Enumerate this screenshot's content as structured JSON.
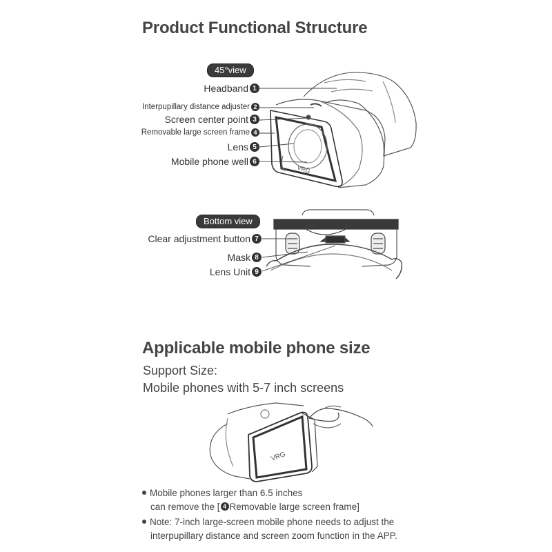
{
  "structure": {
    "title": "Product Functional Structure",
    "view45_label": "45°view",
    "bottom_label": "Bottom view",
    "parts": [
      {
        "label": "Headband",
        "num": "1"
      },
      {
        "label": "Interpupillary distance adjuster",
        "num": "2"
      },
      {
        "label": "Screen center point",
        "num": "3"
      },
      {
        "label": "Removable large screen frame",
        "num": "4"
      },
      {
        "label": "Lens",
        "num": "5"
      },
      {
        "label": "Mobile phone well",
        "num": "6"
      },
      {
        "label": "Clear adjustment button",
        "num": "7"
      },
      {
        "label": "Mask",
        "num": "8"
      },
      {
        "label": "Lens Unit",
        "num": "9"
      }
    ],
    "brand_mark": "VRG"
  },
  "phone_size": {
    "title": "Applicable mobile phone size",
    "support_line1": "Support Size:",
    "support_line2": "Mobile phones with 5-7 inch screens",
    "notes": {
      "note1_line1": "Mobile phones larger than 6.5 inches",
      "note1_line2_pre": "can remove the [",
      "note1_num": "4",
      "note1_line2_post": "Removable large screen frame]",
      "note2_line1": "Note: 7-inch large-screen mobile phone needs to adjust the",
      "note2_line2": "interpupillary distance and screen zoom function in the APP."
    }
  }
}
